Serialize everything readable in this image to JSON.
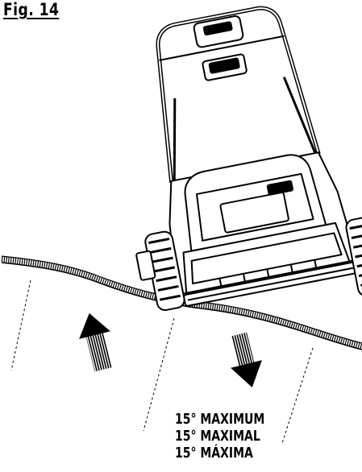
{
  "figure": {
    "label": "Fig. 14"
  },
  "caption": {
    "lines": [
      "15° MAXIMUM",
      "15° MAXIMAL",
      "15° MÁXIMA"
    ]
  },
  "colors": {
    "ink": "#000000",
    "background": "#ffffff"
  },
  "icons": {
    "up_arrow": "arrow-up-icon",
    "down_arrow": "arrow-down-icon"
  }
}
